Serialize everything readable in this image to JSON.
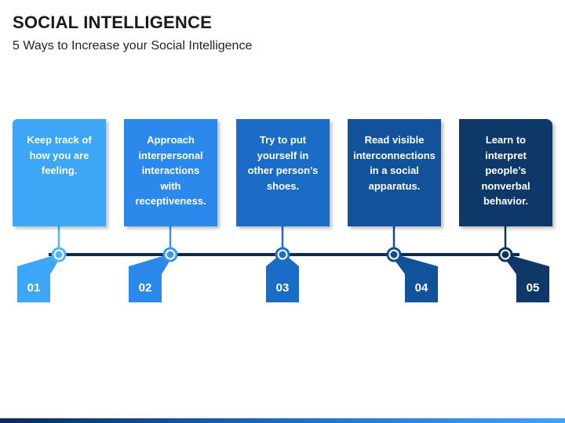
{
  "header": {
    "title": "SOCIAL INTELLIGENCE",
    "subtitle": "5 Ways to Increase your Social Intelligence"
  },
  "steps": [
    {
      "number": "01",
      "text": "Keep track of\nhow you are\nfeeling.",
      "color": "#3EA6F7",
      "line_color": "#4FB3FF",
      "number_color": "#3EA6F7"
    },
    {
      "number": "02",
      "text": "Approach\ninterpersonal\ninteractions\nwith\nreceptiveness.",
      "color": "#2A89EA",
      "line_color": "#3D97F0",
      "number_color": "#2A89EA"
    },
    {
      "number": "03",
      "text": "Try to put\nyourself in\nother person’s\nshoes.",
      "color": "#1A6CC6",
      "line_color": "#1B6FCB",
      "number_color": "#1A6CC6"
    },
    {
      "number": "04",
      "text": "Read visible\ninterconnections\nin a social\napparatus.",
      "color": "#12529A",
      "line_color": "#11508F",
      "number_color": "#12529A"
    },
    {
      "number": "05",
      "text": "Learn to\ninterpret\npeople’s\nnonverbal\nbehavior.",
      "color": "#0D3868",
      "line_color": "#0C3462",
      "number_color": "#0D3868"
    }
  ],
  "timeline": {
    "line_color": "#0E2A4E"
  }
}
